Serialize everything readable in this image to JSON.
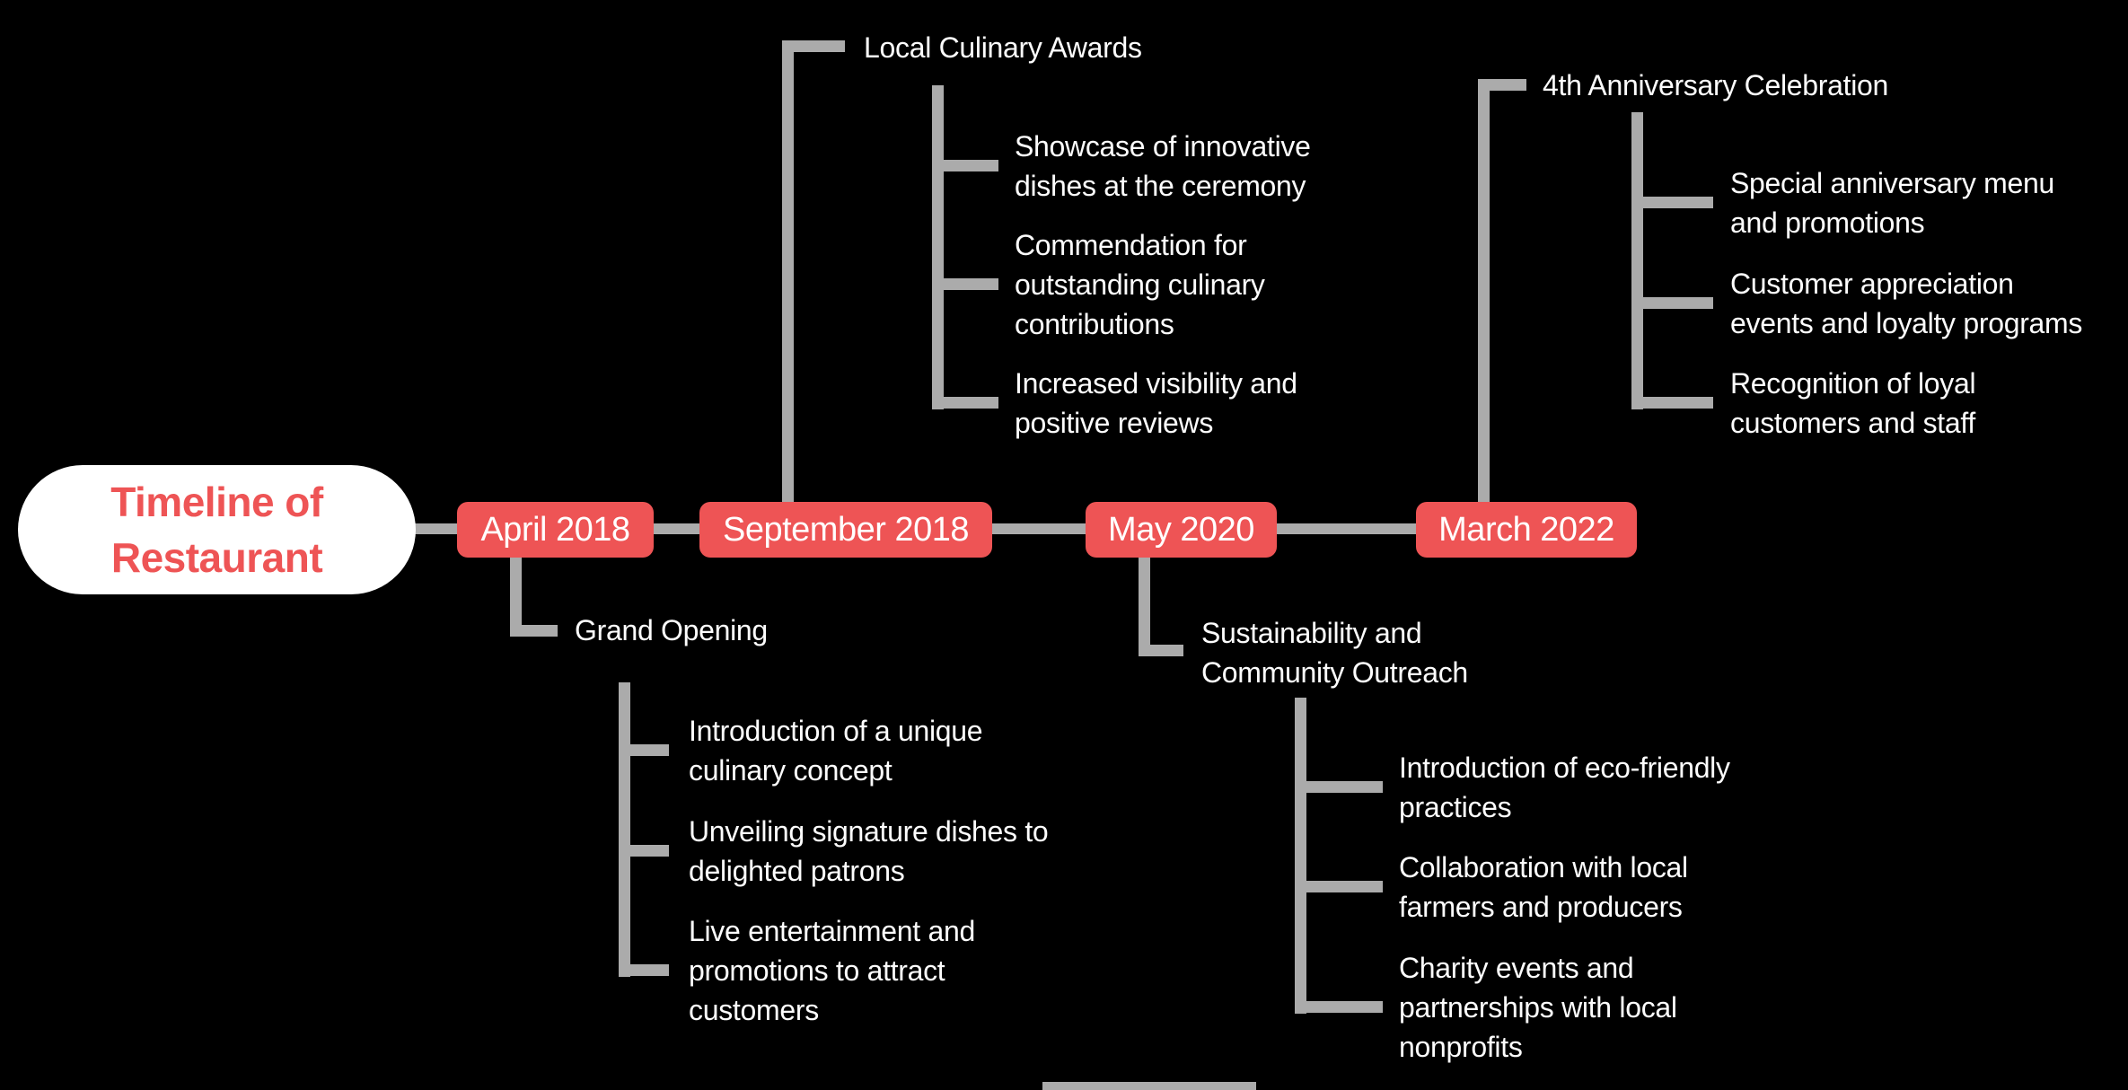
{
  "root": {
    "label": "Timeline of\nRestaurant"
  },
  "colors": {
    "background": "#000000",
    "accent_red": "#EE5455",
    "connector_gray": "#ABABAB",
    "text_white": "#FFFFFF",
    "root_pill_background": "#FFFFFF"
  },
  "events": [
    {
      "date": "April 2018",
      "direction": "down",
      "topic": "Grand Opening",
      "items": [
        "Introduction of a unique\nculinary concept",
        "Unveiling signature dishes to\ndelighted patrons",
        "Live entertainment and\npromotions to attract\ncustomers"
      ]
    },
    {
      "date": "September 2018",
      "direction": "up",
      "topic": "Local Culinary Awards",
      "items": [
        "Showcase of innovative\ndishes at the ceremony",
        "Commendation for\noutstanding culinary\ncontributions",
        "Increased visibility and\npositive reviews"
      ]
    },
    {
      "date": "May 2020",
      "direction": "down",
      "topic": "Sustainability and\nCommunity Outreach",
      "items": [
        "Introduction of eco-friendly\npractices",
        "Collaboration with local\nfarmers and producers",
        "Charity events and\npartnerships with local\nnonprofits"
      ]
    },
    {
      "date": "March 2022",
      "direction": "up",
      "topic": "4th Anniversary Celebration",
      "items": [
        "Special anniversary menu\nand promotions",
        "Customer appreciation\nevents and loyalty programs",
        "Recognition of loyal\ncustomers and staff"
      ]
    }
  ]
}
